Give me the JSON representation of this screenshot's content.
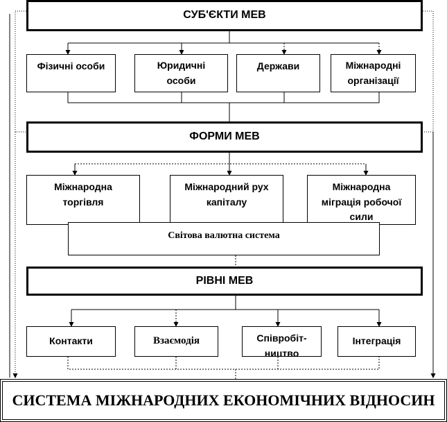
{
  "subjects": {
    "title": "СУБ'ЄКТИ  МЕВ",
    "items": [
      "Фізичні особи",
      "Юридичні особи",
      "Держави",
      "Міжнародні організації"
    ]
  },
  "forms": {
    "title": "ФОРМИ МЕВ",
    "items": [
      "Міжнародна торгівля",
      "Міжнародний рух капіталу",
      "Міжнародна міграція робочої сили"
    ],
    "currency_system": "Світова валютна система"
  },
  "levels": {
    "title": "РІВНІ МЕВ",
    "items": [
      "Контакти",
      "Взаємодія",
      "Співробіт-ництво",
      "Інтеграція"
    ]
  },
  "system": {
    "title": "СИСТЕМА МІЖНАРОДНИХ ЕКОНОМІЧНИХ ВІДНОСИН"
  }
}
